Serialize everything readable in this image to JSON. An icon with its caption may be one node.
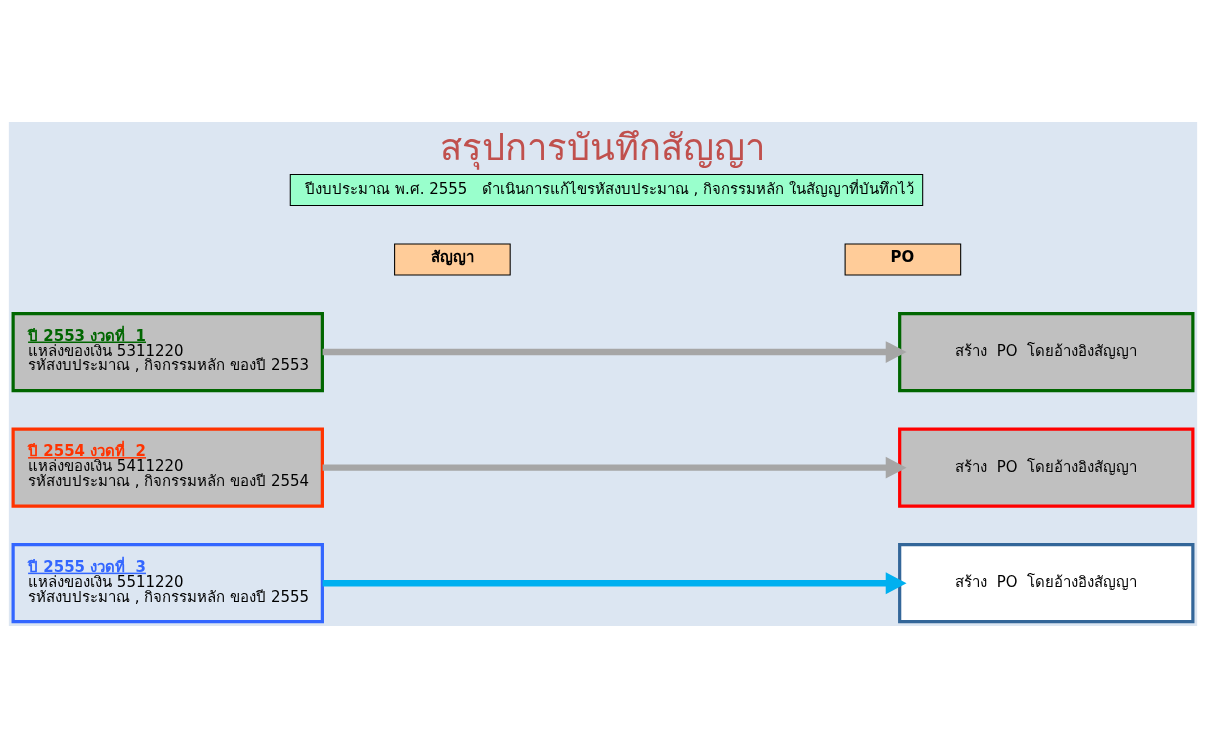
{
  "diagram": {
    "title": "สรุปการบันทึกสัญญา",
    "nodes": [
      {
        "text": [
          "ปีงบประมาณ พ.ศ. 2555   ดำเนินการแก้ไขรหัสงบประมาณ , กิจกรรมหลัก ในสัญญาที่บันทึกไว้"
        ]
      },
      {
        "text": [
          "สัญญา"
        ]
      },
      {
        "text": [
          "PO"
        ]
      },
      {
        "text": [
          "ปี 2553 งวดที่  1",
          "แหล่งของเงิน 5311220",
          "รหัสงบประมาณ , กิจกรรมหลัก ของปี 2553"
        ]
      },
      {
        "text": [
          "ปี 2554 งวดที่  2",
          "แหล่งของเงิน 5411220",
          "รหัสงบประมาณ , กิจกรรมหลัก ของปี 2554"
        ]
      },
      {
        "text": [
          "ปี 2555 งวดที่  3",
          "แหล่งของเงิน 5511220",
          "รหัสงบประมาณ , กิจกรรมหลัก ของปี 2555"
        ]
      },
      {
        "text": [
          "สร้าง  PO  โดยอ้างอิงสัญญา"
        ]
      },
      {
        "text": [
          "สร้าง  PO  โดยอ้างอิงสัญญา"
        ]
      },
      {
        "text": [
          "สร้าง  PO  โดยอ้างอิงสัญญา"
        ]
      }
    ],
    "edges": [
      {
        "from": 3,
        "to": 6,
        "arrow": "to"
      },
      {
        "from": 4,
        "to": 7,
        "arrow": "to"
      },
      {
        "from": 5,
        "to": 8,
        "arrow": "to",
        "color": "#00b0f0"
      }
    ]
  }
}
